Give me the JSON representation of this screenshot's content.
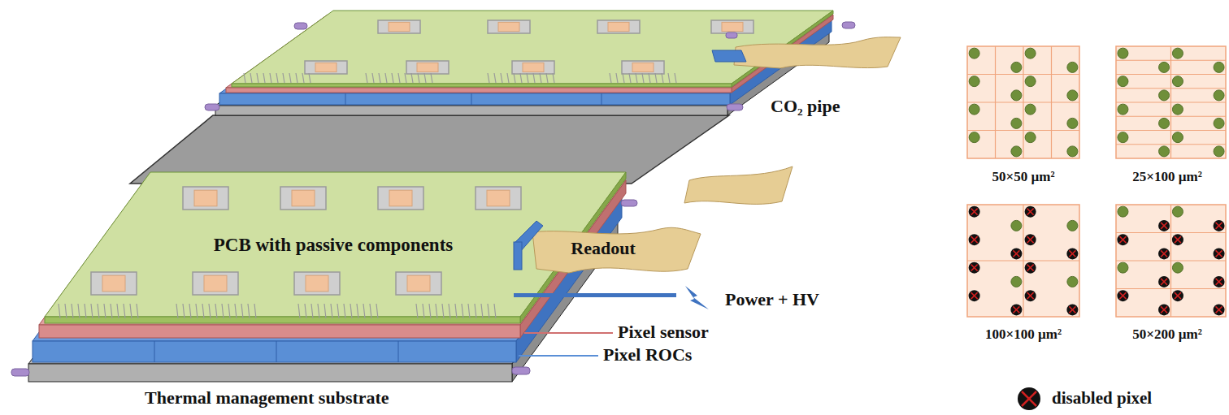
{
  "diagram": {
    "nodes": [
      {
        "text": [
          "PCB with passive components"
        ]
      },
      {
        "text": [
          "Readout"
        ]
      },
      {
        "text": [
          "50×50 µm²"
        ]
      },
      {
        "text": [
          "25×100 µm²"
        ]
      },
      {
        "text": [
          "100×100 µm²"
        ]
      },
      {
        "text": [
          "50×200 µm²"
        ]
      }
    ],
    "labels": [
      "CO₂ pipe",
      "Power + HV",
      "Pixel sensor",
      "Pixel ROCs",
      "Thermal management substrate"
    ],
    "legend": [
      {
        "text": "disabled pixel"
      }
    ]
  }
}
